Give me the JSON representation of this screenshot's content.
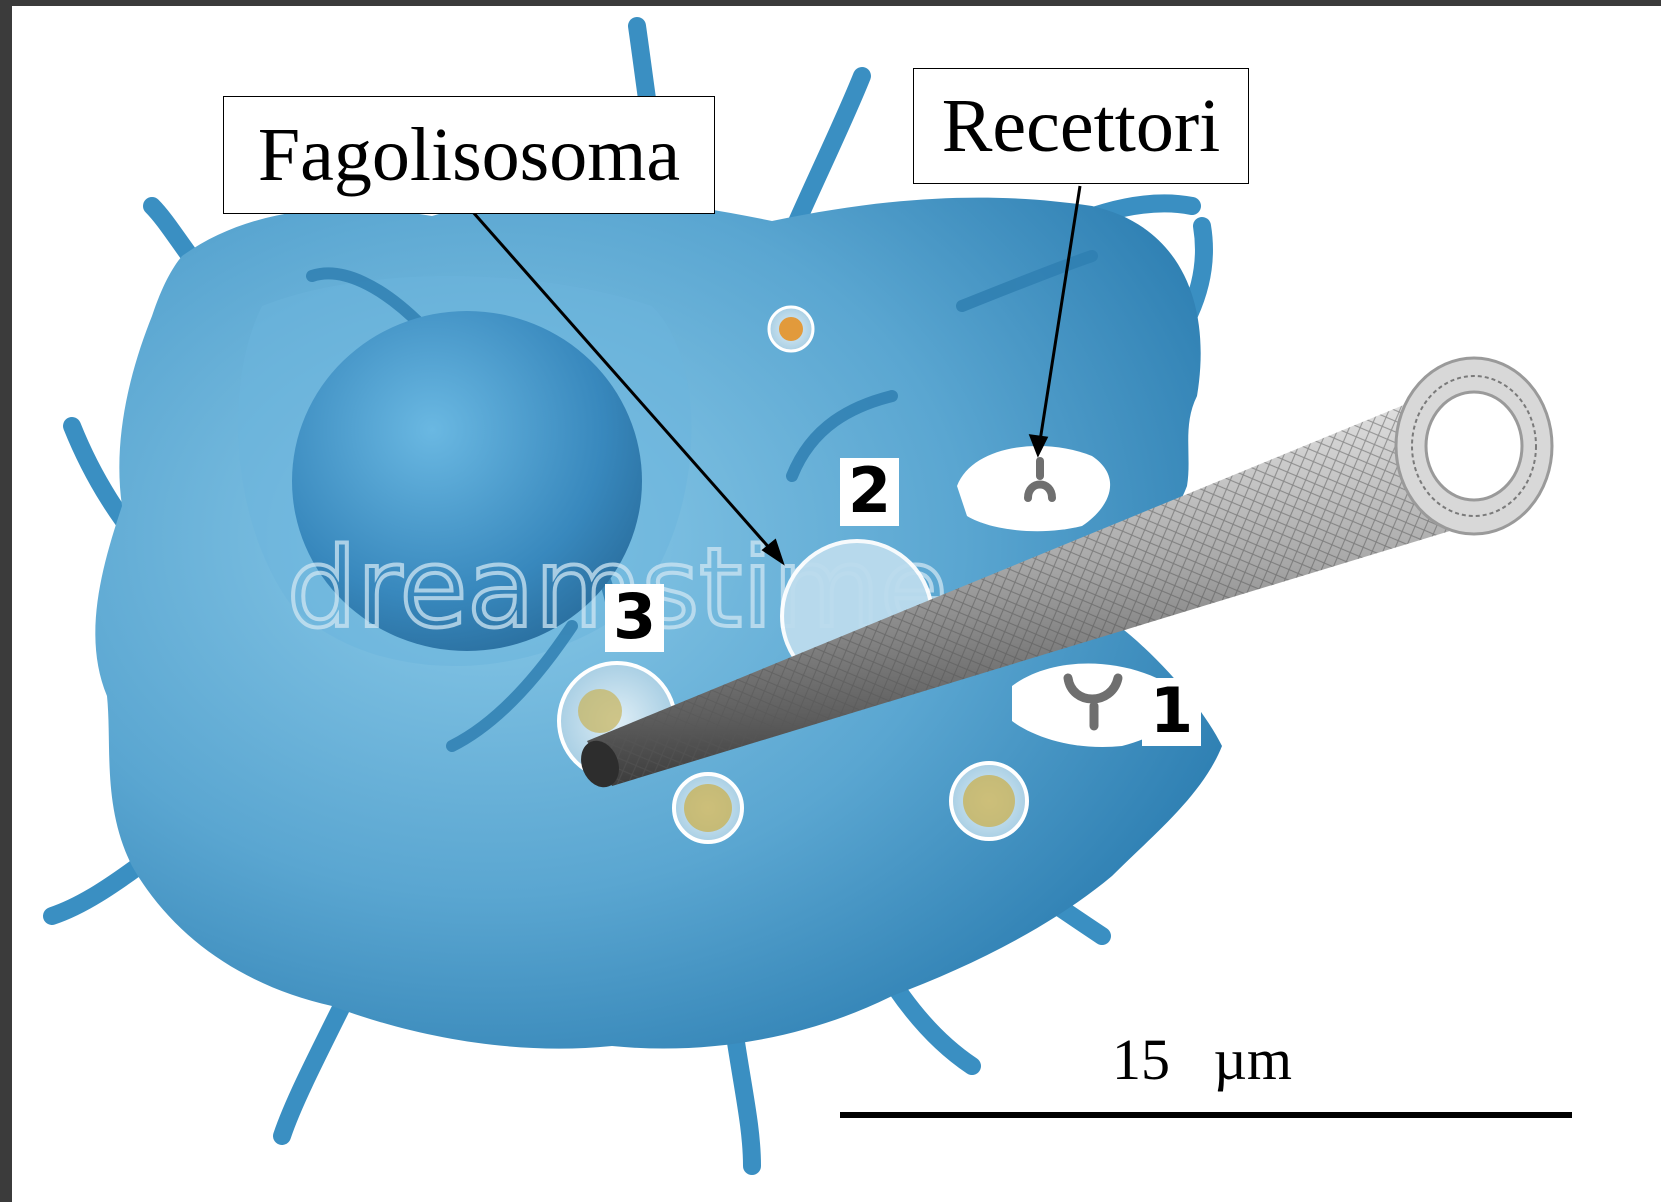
{
  "labels": {
    "phagolysosome": "Fagolisosoma",
    "receptors": "Recettori"
  },
  "steps": [
    "1",
    "2",
    "3"
  ],
  "scale_bar": {
    "value": "15",
    "unit": "µm",
    "text": "15   µm"
  },
  "watermark": "dreamstime",
  "colors": {
    "cell_light": "#8fc6e4",
    "cell_mid": "#5aa6d1",
    "cell_dark": "#2f7fb1",
    "nucleus": "#3a8cc0",
    "tube": "#9a9a9a"
  }
}
